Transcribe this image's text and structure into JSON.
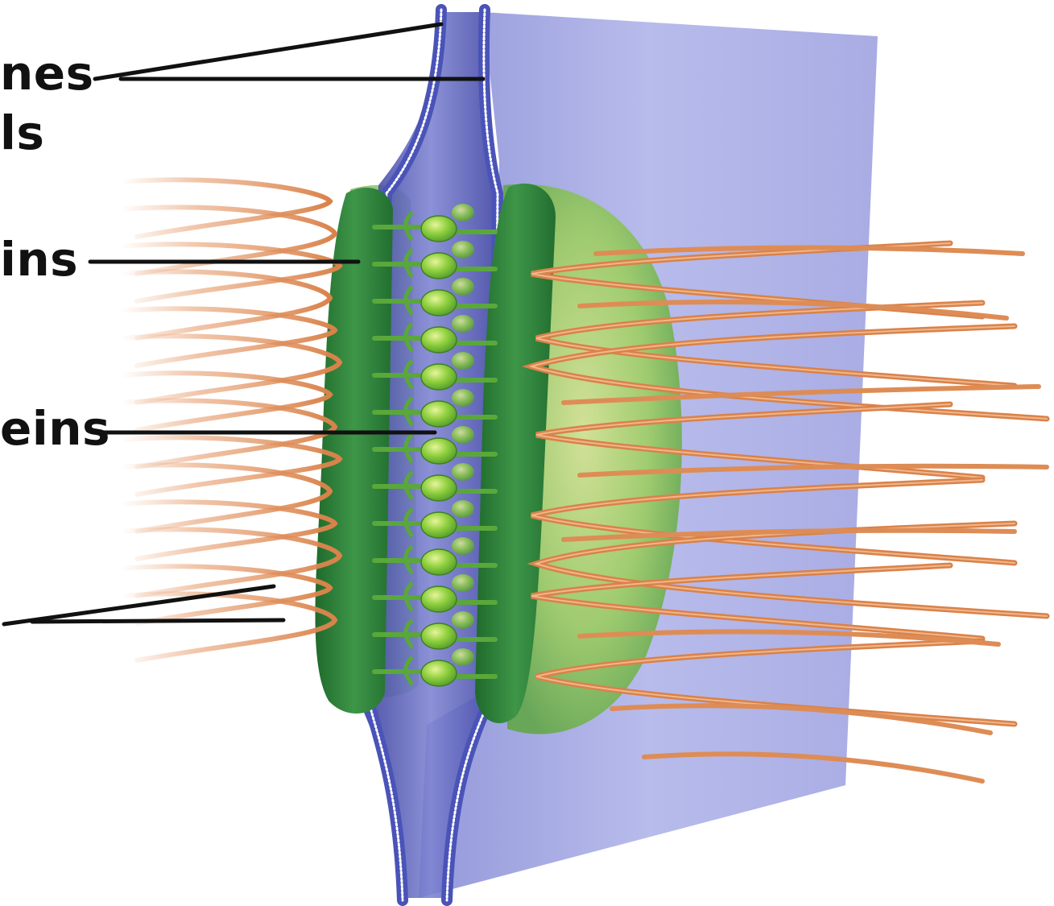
{
  "labels": {
    "membranes": "nes",
    "walls": "ls",
    "proteins_1": "ins",
    "proteins_2": "eins"
  },
  "colors": {
    "background": "#ffffff",
    "membrane_sheet": "#a9aee6",
    "membrane_edge": "#4a53b8",
    "plaque_dark_green": "#2f7f3a",
    "protein_green": "#7bc43a",
    "filament_orange": "#e08a52",
    "leader_line": "#111111"
  }
}
